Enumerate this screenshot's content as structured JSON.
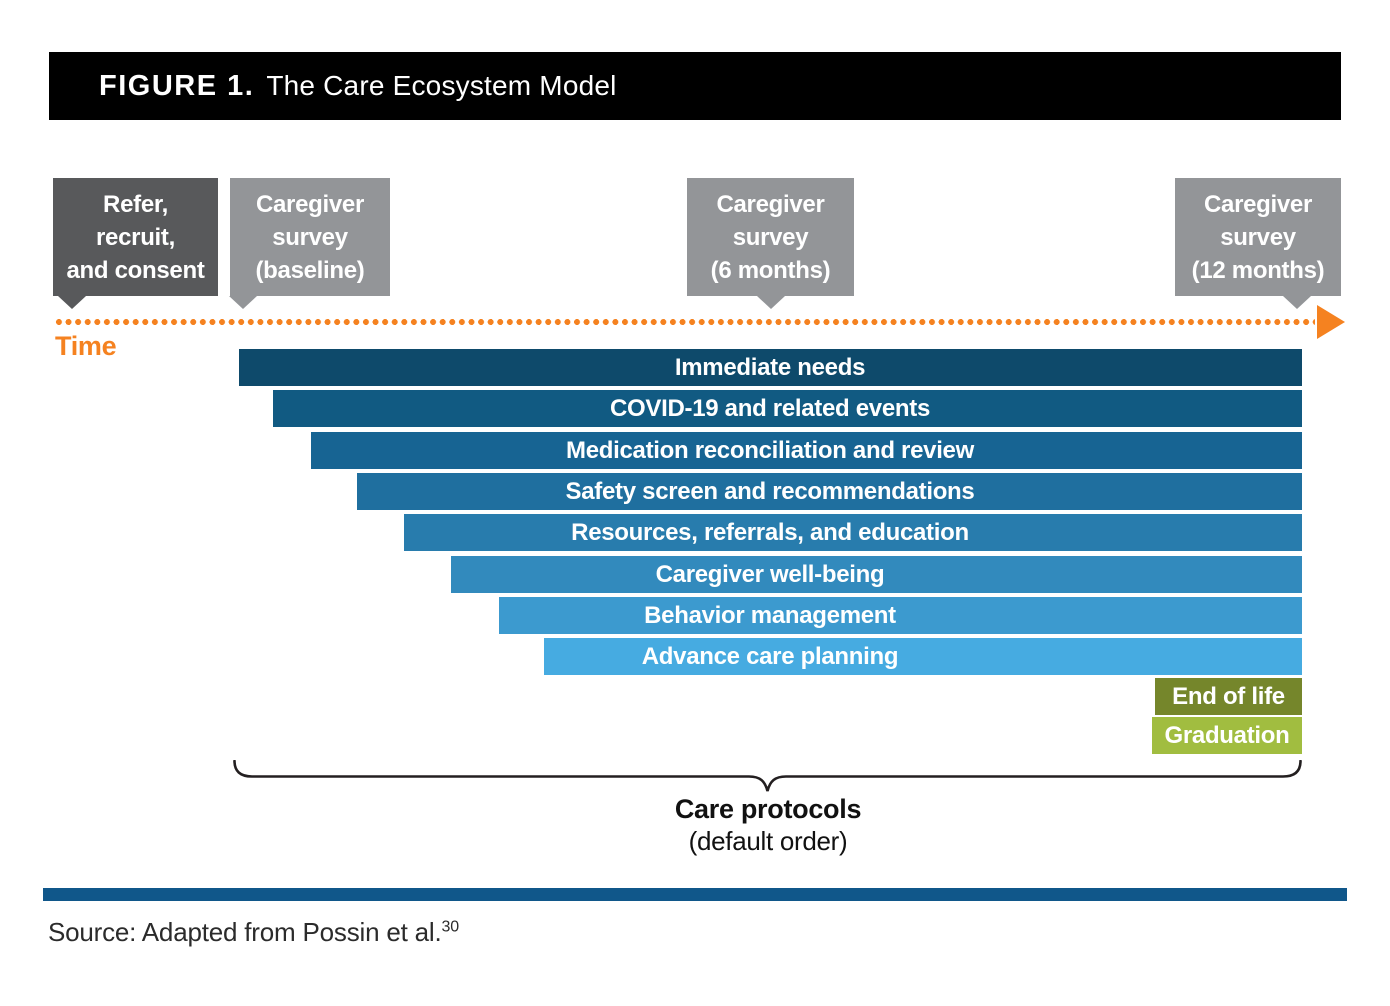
{
  "header": {
    "label": "FIGURE 1.",
    "title": "The Care Ecosystem Model"
  },
  "callouts": [
    {
      "text": "Refer,\nrecruit,\nand consent",
      "color": "#58595b"
    },
    {
      "text": "Caregiver\nsurvey\n(baseline)",
      "color": "#939598"
    },
    {
      "text": "Caregiver\nsurvey\n(6 months)",
      "color": "#939598"
    },
    {
      "text": "Caregiver\nsurvey\n(12 months)",
      "color": "#939598"
    }
  ],
  "timeline": {
    "label": "Time",
    "color": "#f58220"
  },
  "bars": [
    {
      "label": "Immediate needs",
      "color": "#0e4a6b"
    },
    {
      "label": "COVID-19 and related events",
      "color": "#115a82"
    },
    {
      "label": "Medication reconciliation and review",
      "color": "#176493"
    },
    {
      "label": "Safety screen and recommendations",
      "color": "#1f6f9f"
    },
    {
      "label": "Resources, referrals, and education",
      "color": "#287cad"
    },
    {
      "label": "Caregiver well-being",
      "color": "#328abd"
    },
    {
      "label": "Behavior management",
      "color": "#3c9acf"
    },
    {
      "label": "Advance care planning",
      "color": "#46abe1"
    },
    {
      "label": "End of life",
      "color": "#75862b"
    },
    {
      "label": "Graduation",
      "color": "#a1bd40"
    }
  ],
  "brace": {
    "title": "Care protocols",
    "subtitle": "(default order)"
  },
  "footer": {
    "divider_color": "#10578a",
    "source_text": "Source: Adapted from Possin et al.",
    "source_reference": "30"
  }
}
